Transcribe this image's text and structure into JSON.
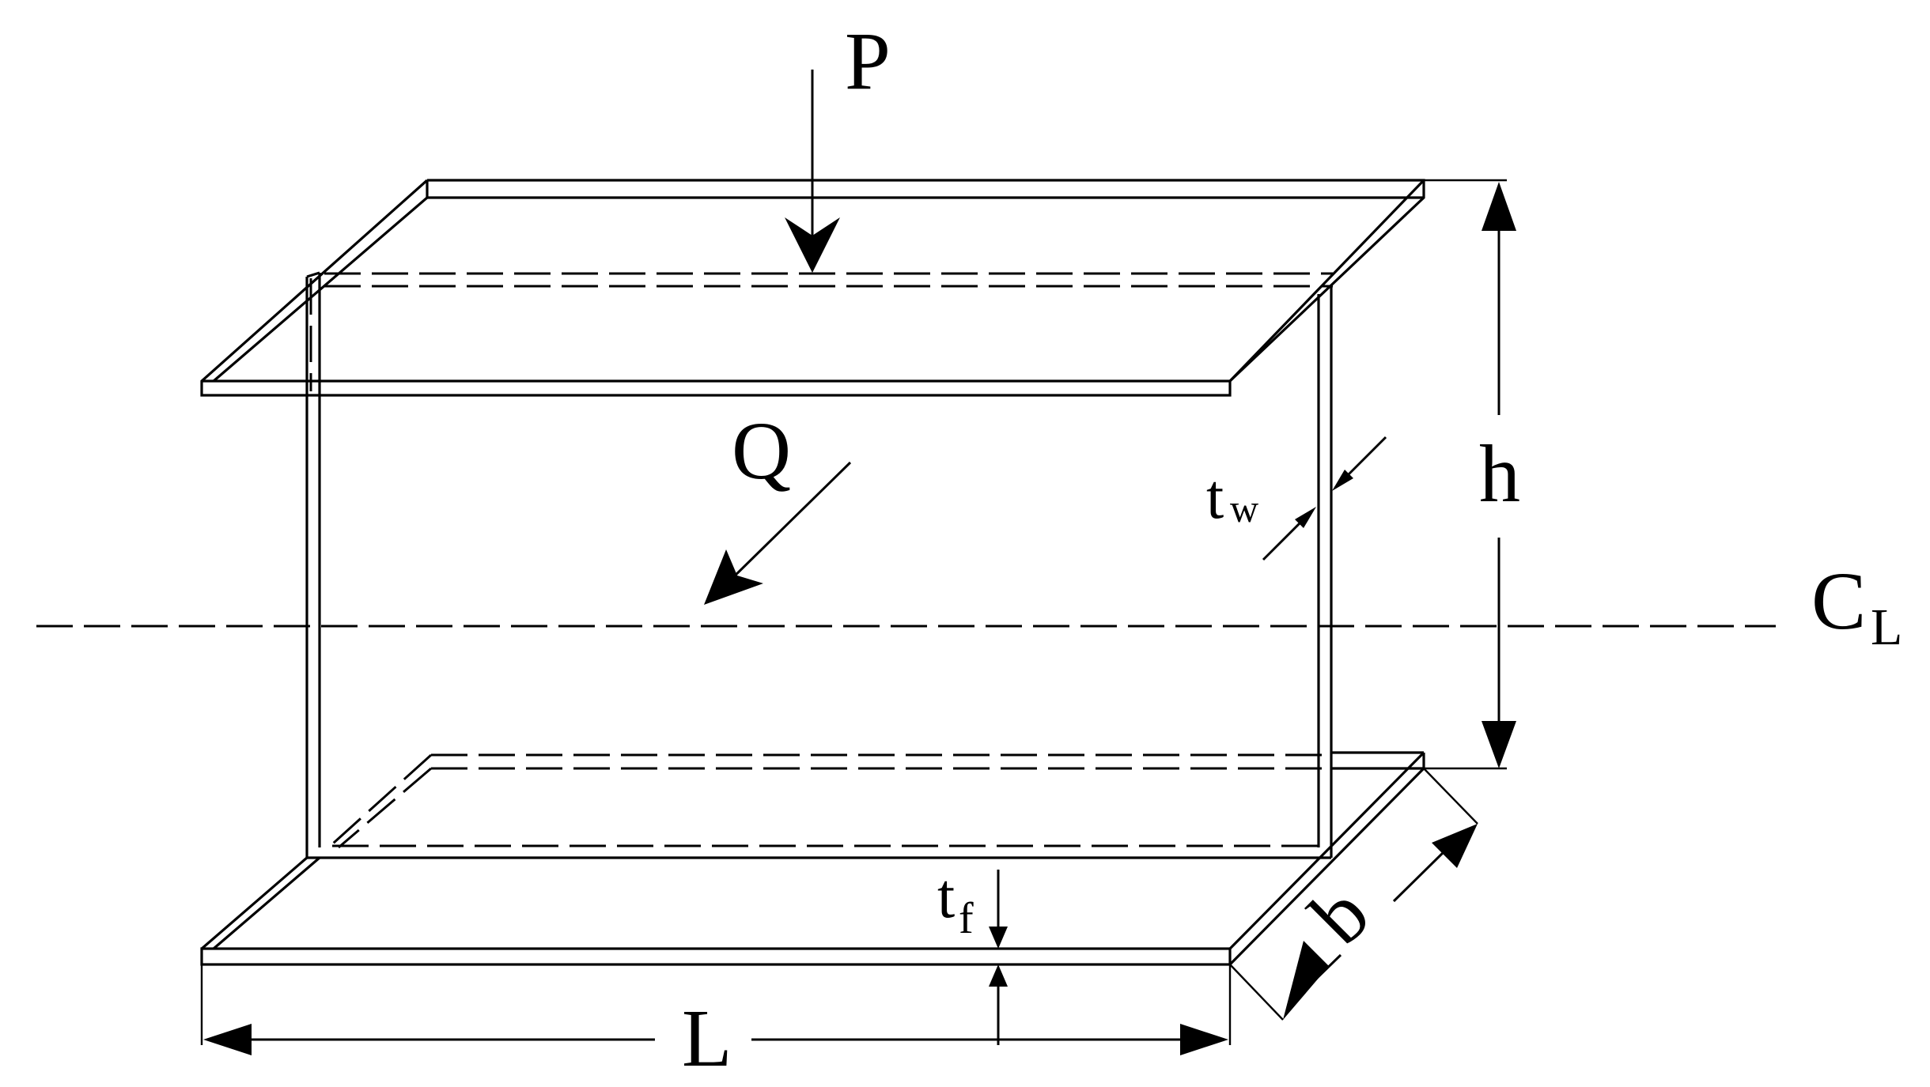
{
  "labels": {
    "load_p": "P",
    "load_q": "Q",
    "height": "h",
    "length": "L",
    "flange_width": "b",
    "web_thickness_main": "t",
    "web_thickness_sub": "w",
    "flange_thickness_main": "t",
    "flange_thickness_sub": "f",
    "centerline_main": "C",
    "centerline_sub": "L"
  }
}
